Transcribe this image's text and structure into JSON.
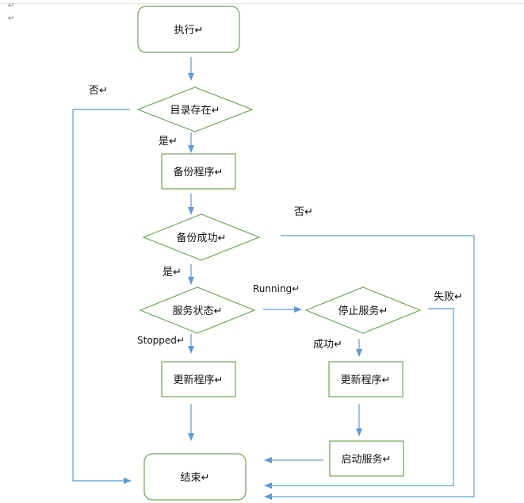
{
  "para_marks": [
    "↵",
    "↵"
  ],
  "nodes": {
    "start": "执行↵",
    "dir_exists": "目录存在↵",
    "backup": "备份程序↵",
    "backup_ok": "备份成功↵",
    "service_status": "服务状态↵",
    "update_left": "更新程序↵",
    "stop_service": "停止服务↵",
    "update_right": "更新程序↵",
    "start_service": "启动服务↵",
    "end": "结束↵"
  },
  "edge_labels": {
    "no_dir": "否↵",
    "yes_dir": "是↵",
    "no_backup": "否↵",
    "yes_backup": "是↵",
    "running": "Running↵",
    "stopped": "Stopped↵",
    "success": "成功↵",
    "fail": "失败↵"
  },
  "colors": {
    "node_border": "#6aa84f",
    "arrow": "#5b9bd5"
  }
}
